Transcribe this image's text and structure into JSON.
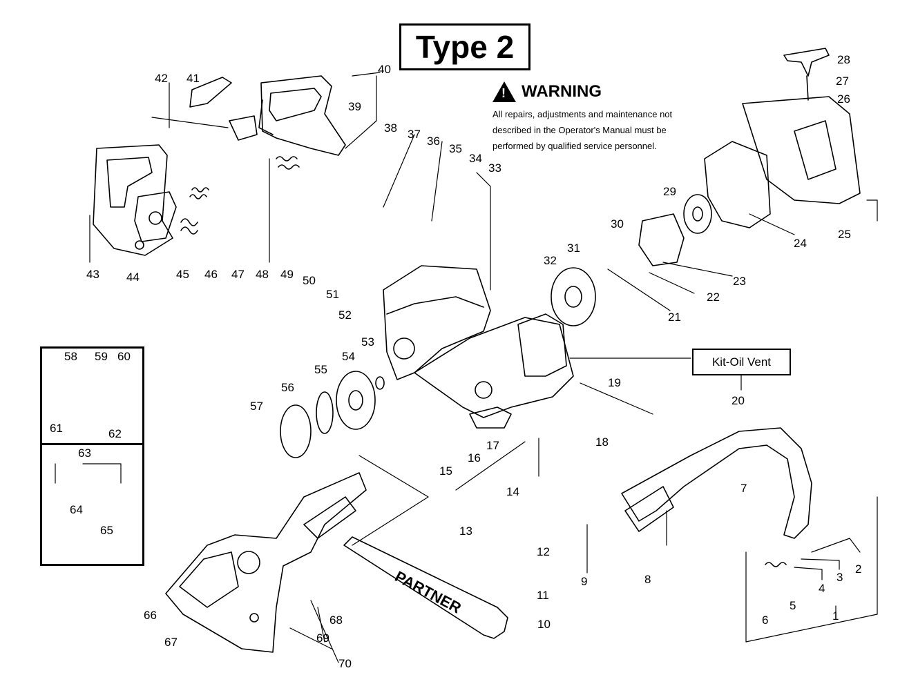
{
  "title": "Type 2",
  "warning": {
    "heading": "WARNING",
    "line1": "All repairs, adjustments and maintenance not",
    "line2": "described in the Operator's Manual must be",
    "line3": "performed by qualified  service personnel."
  },
  "kit_label": "Kit-Oil Vent",
  "bar_brand": "PARTNER",
  "callouts": [
    "1",
    "2",
    "3",
    "4",
    "5",
    "6",
    "7",
    "8",
    "9",
    "10",
    "11",
    "12",
    "13",
    "14",
    "15",
    "16",
    "17",
    "18",
    "19",
    "20",
    "21",
    "22",
    "23",
    "24",
    "25",
    "26",
    "27",
    "28",
    "29",
    "30",
    "31",
    "32",
    "33",
    "34",
    "35",
    "36",
    "37",
    "38",
    "39",
    "40",
    "41",
    "42",
    "43",
    "44",
    "45",
    "46",
    "47",
    "48",
    "49",
    "50",
    "51",
    "52",
    "53",
    "54",
    "55",
    "56",
    "57",
    "58",
    "59",
    "60",
    "61",
    "62",
    "63",
    "64",
    "65",
    "66",
    "67",
    "68",
    "69",
    "70"
  ]
}
